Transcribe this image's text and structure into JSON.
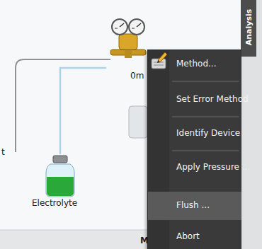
{
  "diagram": {
    "nodes": [
      {
        "text": [
          "0m"
        ]
      },
      {
        "text": [
          "Electrolyte"
        ]
      }
    ],
    "edges": [
      {
        "from": 1,
        "to": 0,
        "arrow": "none"
      }
    ],
    "labels": [
      "t",
      "Analysis",
      "Method...",
      "Set Error Method",
      "Identify Device",
      "Apply Pressure ...",
      "Flush ...",
      "Abort",
      "M"
    ]
  }
}
